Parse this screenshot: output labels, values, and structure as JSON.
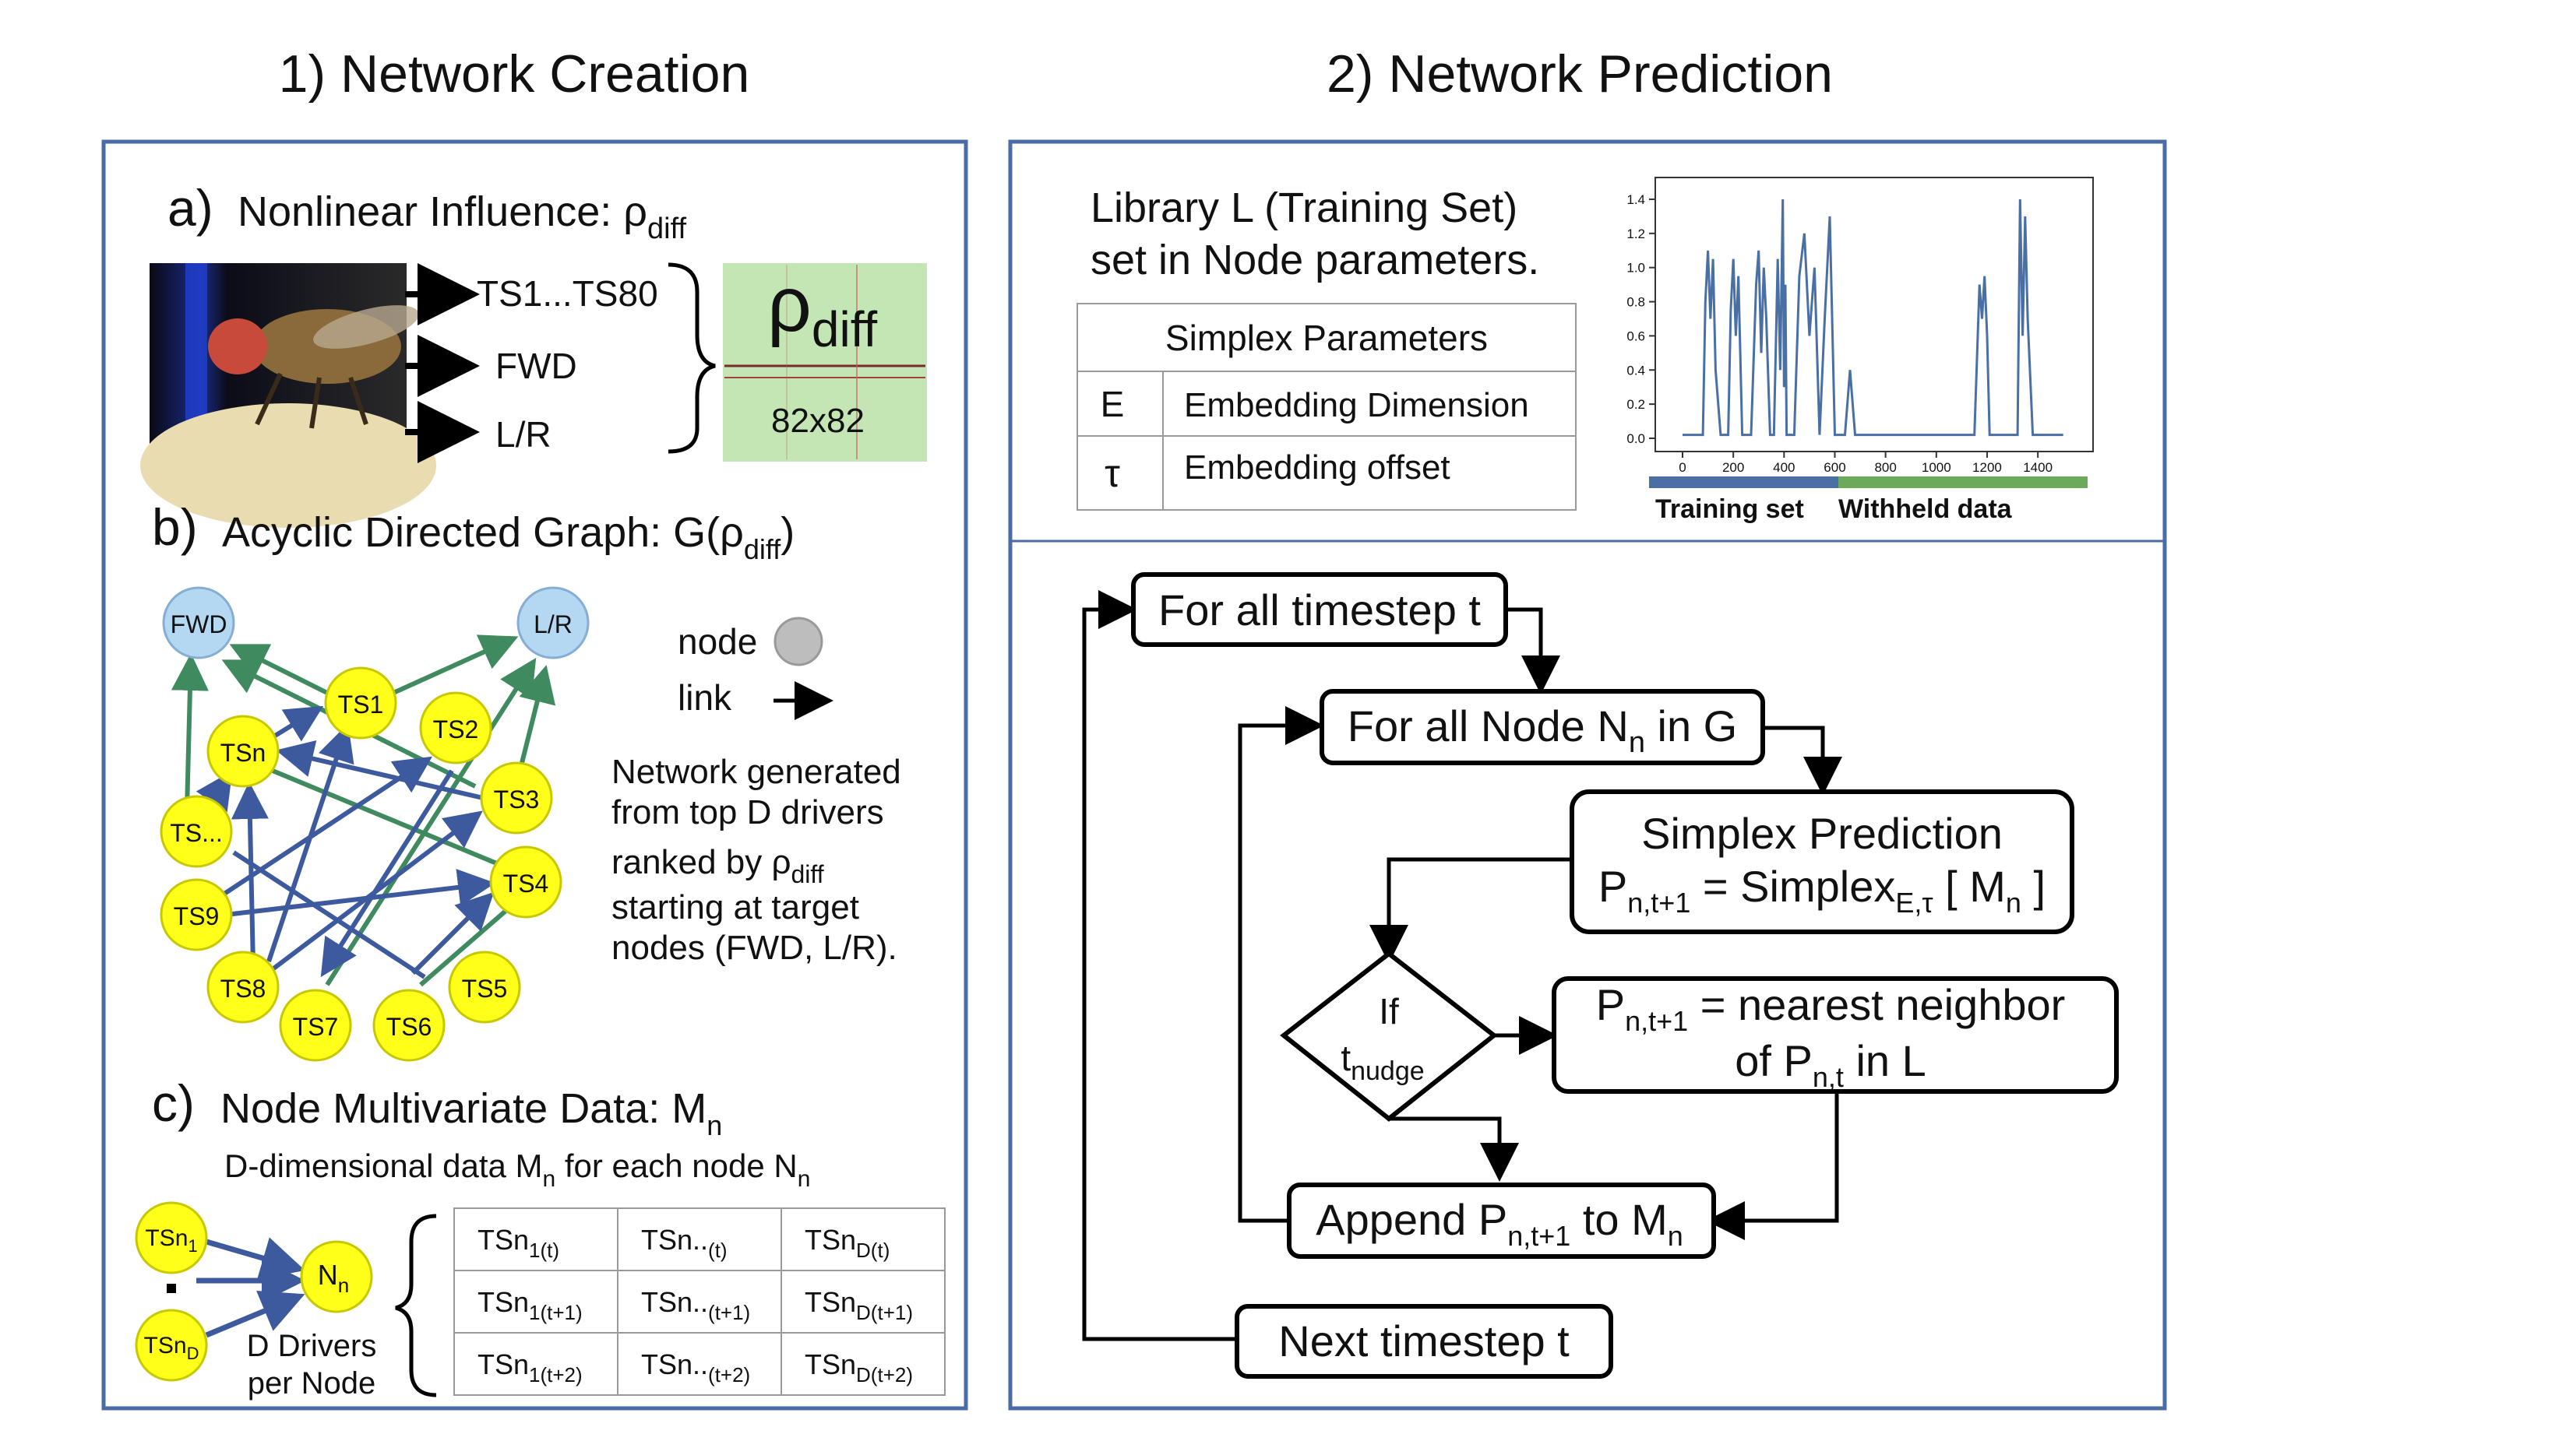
{
  "headings": {
    "left": "1) Network Creation",
    "right": "2) Network Prediction"
  },
  "panel_a": {
    "letter": "a)",
    "title": "Nonlinear Influence: ρ",
    "title_sub": "diff",
    "inputs": [
      "TS1...TS80",
      "FWD",
      "L/R"
    ],
    "matrix_symbol": "ρ",
    "matrix_symbol_sub": "diff",
    "matrix_size": "82x82"
  },
  "panel_b": {
    "letter": "b)",
    "title_pre": "Acyclic Directed Graph: G(ρ",
    "title_sub": "diff",
    "title_post": ")",
    "nodes": {
      "fwd": "FWD",
      "lr": "L/R",
      "ts1": "TS1",
      "ts2": "TS2",
      "tsn": "TSn",
      "ts3": "TS3",
      "tsdots": "TS...",
      "ts4": "TS4",
      "ts9": "TS9",
      "ts8": "TS8",
      "ts7": "TS7",
      "ts6": "TS6",
      "ts5": "TS5"
    },
    "legend_node": "node",
    "legend_link": "link",
    "description_1": "Network generated",
    "description_2": "from top D drivers",
    "description_3_pre": "ranked by ρ",
    "description_3_sub": "diff",
    "description_4": "starting at target",
    "description_5": "nodes (FWD, L/R)."
  },
  "panel_c": {
    "letter": "c)",
    "title": "Node Multivariate Data: M",
    "title_sub": "n",
    "subtitle_pre": "D-dimensional data M",
    "subtitle_sub1": "n",
    "subtitle_mid": " for each node N",
    "subtitle_sub2": "n",
    "driver_top": "TSn",
    "driver_top_sub": "1",
    "driver_bottom": "TSn",
    "driver_bottom_sub": "D",
    "target": "N",
    "target_sub": "n",
    "caption_1": "D Drivers",
    "caption_2": "per Node",
    "table": [
      [
        [
          "TSn",
          "1(t)"
        ],
        [
          "TSn..",
          "(t)"
        ],
        [
          "TSn",
          "D(t)"
        ]
      ],
      [
        [
          "TSn",
          "1(t+1)"
        ],
        [
          "TSn..",
          "(t+1)"
        ],
        [
          "TSn",
          "D(t+1)"
        ]
      ],
      [
        [
          "TSn",
          "1(t+2)"
        ],
        [
          "TSn..",
          "(t+2)"
        ],
        [
          "TSn",
          "D(t+2)"
        ]
      ]
    ]
  },
  "library": {
    "line1": "Library L (Training Set)",
    "line2": "set in Node parameters.",
    "table_header": "Simplex Parameters",
    "rows": [
      {
        "symbol": "E",
        "name": "Embedding Dimension"
      },
      {
        "symbol": "τ",
        "name": "Embedding offset"
      }
    ]
  },
  "timeseries": {
    "yticks": [
      "1.4",
      "1.2",
      "1.0",
      "0.8",
      "0.6",
      "0.4",
      "0.2",
      "0.0"
    ],
    "xticks": [
      "0",
      "200",
      "400",
      "600",
      "800",
      "1000",
      "1200",
      "1400"
    ],
    "training_label": "Training set",
    "withheld_label": "Withheld data",
    "training_color": "#4a6fa5",
    "withheld_color": "#6aaa5a"
  },
  "chart_data": {
    "type": "line",
    "xlim": [
      0,
      1550
    ],
    "ylim": [
      0,
      1.45
    ],
    "x": [
      0,
      40,
      80,
      90,
      100,
      110,
      120,
      130,
      150,
      180,
      190,
      200,
      210,
      220,
      235,
      250,
      270,
      290,
      300,
      310,
      320,
      330,
      345,
      360,
      375,
      385,
      395,
      400,
      405,
      410,
      420,
      440,
      460,
      480,
      500,
      520,
      540,
      560,
      580,
      600,
      620,
      640,
      660,
      680,
      700,
      720,
      740,
      760,
      780,
      800,
      850,
      900,
      950,
      1000,
      1050,
      1100,
      1150,
      1170,
      1180,
      1190,
      1200,
      1210,
      1220,
      1240,
      1260,
      1280,
      1300,
      1320,
      1330,
      1340,
      1350,
      1360,
      1380,
      1400,
      1450,
      1500
    ],
    "y": [
      0.02,
      0.02,
      0.02,
      0.8,
      1.1,
      0.7,
      1.05,
      0.4,
      0.02,
      0.02,
      0.75,
      1.05,
      0.6,
      0.95,
      0.02,
      0.02,
      0.02,
      0.9,
      1.1,
      0.5,
      1.0,
      0.7,
      0.02,
      0.02,
      1.05,
      0.4,
      1.4,
      0.3,
      0.9,
      0.02,
      0.02,
      0.02,
      0.95,
      1.2,
      0.6,
      1.0,
      0.02,
      0.7,
      1.3,
      0.02,
      0.02,
      0.02,
      0.4,
      0.02,
      0.02,
      0.02,
      0.02,
      0.02,
      0.02,
      0.02,
      0.02,
      0.02,
      0.02,
      0.02,
      0.02,
      0.02,
      0.02,
      0.9,
      0.7,
      0.95,
      0.6,
      0.02,
      0.02,
      0.02,
      0.02,
      0.02,
      0.02,
      0.02,
      1.4,
      0.6,
      1.3,
      0.7,
      0.02,
      0.02,
      0.02,
      0.02
    ]
  },
  "flowchart": {
    "for_timestep": "For all timestep t",
    "for_node_pre": "For all Node N",
    "for_node_sub": "n",
    "for_node_post": " in G",
    "simplex_title": "Simplex Prediction",
    "simplex_p": "P",
    "simplex_p_sub": "n,t+1",
    "simplex_eq": " = Simplex",
    "simplex_eq_sub": "E,τ",
    "simplex_m": " [ M",
    "simplex_m_sub": "n",
    "simplex_close": " ]",
    "if_label": "If",
    "if_t": "t",
    "if_t_sub": "nudge",
    "nn_p": "P",
    "nn_p_sub": "n,t+1",
    "nn_eq": " = nearest neighbor",
    "nn_of": "of P",
    "nn_of_sub": "n,t",
    "nn_in": " in L",
    "append_pre": "Append P",
    "append_sub": "n,t+1",
    "append_mid": " to M",
    "append_sub2": "n",
    "next_timestep": "Next timestep t"
  }
}
